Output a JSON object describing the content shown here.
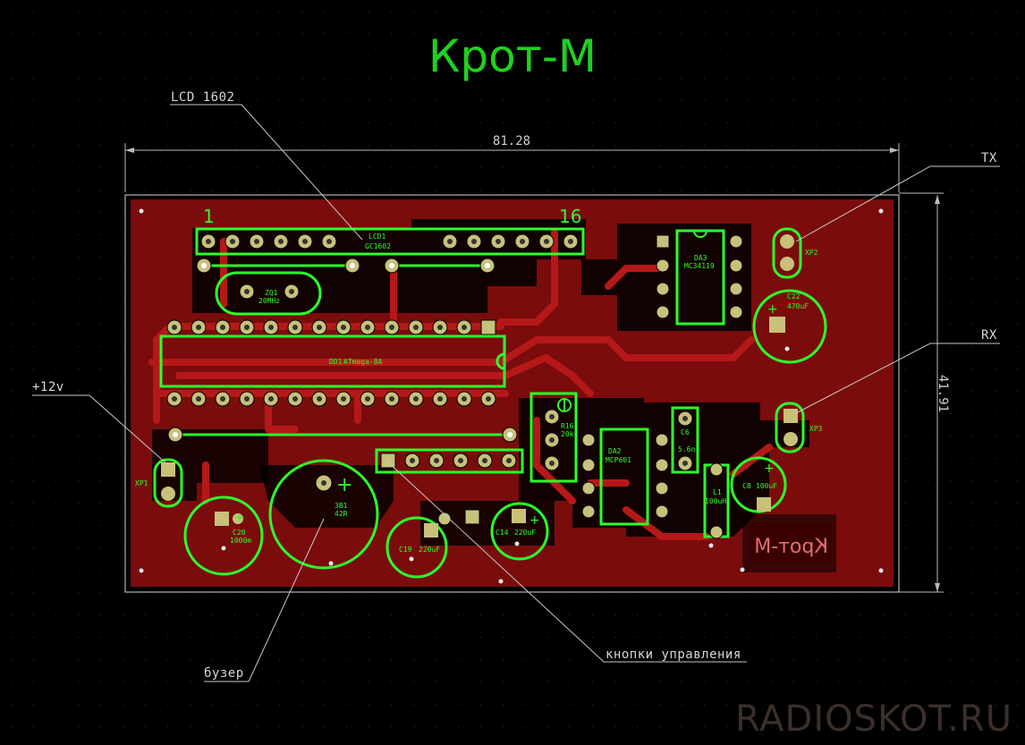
{
  "title": "Крот-М",
  "dimensions": {
    "width": "81.28",
    "height": "41.91"
  },
  "annotations": {
    "lcd": "LCD 1602",
    "tx": "TX",
    "rx": "RX",
    "power": "+12v",
    "buzzer": "бузер",
    "buttons": "кнопки управления"
  },
  "board": {
    "pin_first": "1",
    "pin_last": "16",
    "lcd": {
      "ref": "LCD1",
      "value": "GC1602"
    },
    "mcu": {
      "ref": "DD1",
      "value": "ATmega-8A"
    },
    "crystal": {
      "ref": "ZQ1",
      "value": "20MHz"
    },
    "da3": {
      "ref": "DA3",
      "value": "MC34119"
    },
    "da2": {
      "ref": "DA2",
      "value": "MCP601"
    },
    "r16": {
      "ref": "R16",
      "value": "20k"
    },
    "c6": {
      "ref": "C6",
      "value": "5.6n"
    },
    "c22": {
      "ref": "C22",
      "value": "470uF"
    },
    "c8": {
      "ref": "C8",
      "value": "100uF"
    },
    "l1": {
      "ref": "L1",
      "value": "100uH"
    },
    "c14": {
      "ref": "C14",
      "value": "220uF"
    },
    "c19": {
      "ref": "C19",
      "value": "220uF"
    },
    "c20": {
      "ref": "C20",
      "value": "1000m"
    },
    "buzzer": {
      "ref": "3B1",
      "value": "42R"
    },
    "xp1": "XP1",
    "xp2": "XP2",
    "xp3": "XP3",
    "silk_mirror": "Крот-М"
  },
  "colors": {
    "board": "#7a0c0c",
    "copper": "#b51818",
    "silk": "#2bff2b",
    "dim": "#c8c8c8",
    "pad": "#c7c17a"
  },
  "watermark": "RADIOSKOT.RU"
}
